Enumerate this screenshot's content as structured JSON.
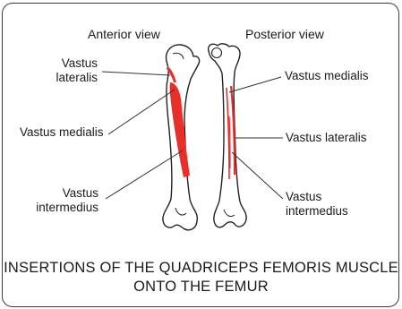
{
  "anterior": {
    "title": "Anterior view",
    "labels": {
      "lateralis": [
        "Vastus",
        "lateralis"
      ],
      "medialis": "Vastus medialis",
      "intermedius": [
        "Vastus",
        "intermedius"
      ]
    }
  },
  "posterior": {
    "title": "Posterior view",
    "labels": {
      "medialis": "Vastus medialis",
      "lateralis": "Vastus lateralis",
      "intermedius": [
        "Vastus",
        "intermedius"
      ]
    }
  },
  "caption": {
    "line1": "INSERTIONS OF THE QUADRICEPS FEMORIS MUSCLE",
    "line2": "ONTO THE FEMUR"
  },
  "colors": {
    "muscle": "#e8302a",
    "outline": "#222222",
    "line": "#333333"
  }
}
